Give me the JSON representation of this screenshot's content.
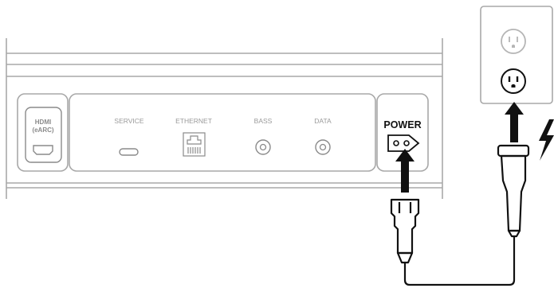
{
  "ports": {
    "hdmi_line1": "HDMI",
    "hdmi_line2": "(eARC)",
    "service": "SERVICE",
    "ethernet": "ETHERNET",
    "bass": "BASS",
    "data": "DATA",
    "power": "POWER"
  },
  "icons": {
    "outlet": "wall-outlet-icon",
    "power_inlet": "figure-8-power-inlet-icon",
    "plug_c7": "c7-connector-icon",
    "plug_wall": "two-prong-wall-plug-icon",
    "bolt": "lightning-bolt-icon"
  },
  "colors": {
    "panel_stroke": "#a8a8a8",
    "label": "#9a9a9a",
    "ink": "#111111"
  }
}
